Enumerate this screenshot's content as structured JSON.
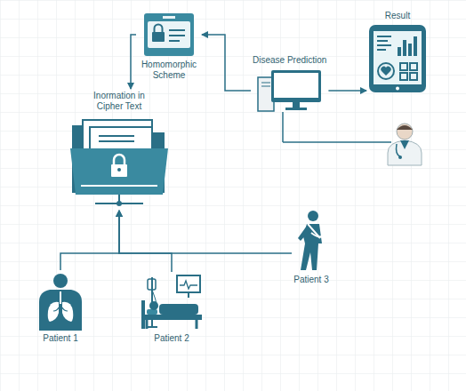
{
  "diagram": {
    "nodes": [
      {
        "text": [
          "Homomorphic Scheme"
        ]
      },
      {
        "text": [
          "Disease Prediction"
        ]
      },
      {
        "text": [
          "Result"
        ]
      },
      {
        "text": [
          "Inormation in Cipher Text"
        ]
      },
      {
        "text": [
          "Patient 1"
        ]
      },
      {
        "text": [
          "Patient 2"
        ]
      },
      {
        "text": [
          "Patient 3"
        ]
      }
    ],
    "edges": [
      {
        "from": 1,
        "to": 0,
        "arrow": "to"
      },
      {
        "from": 1,
        "to": 2,
        "arrow": "to"
      },
      {
        "from": 0,
        "to": 3,
        "arrow": "to"
      },
      {
        "from": 4,
        "to": 3,
        "arrow": "to"
      },
      {
        "from": 5,
        "to": 3,
        "arrow": "to"
      },
      {
        "from": 6,
        "to": 3,
        "arrow": "to"
      }
    ]
  }
}
